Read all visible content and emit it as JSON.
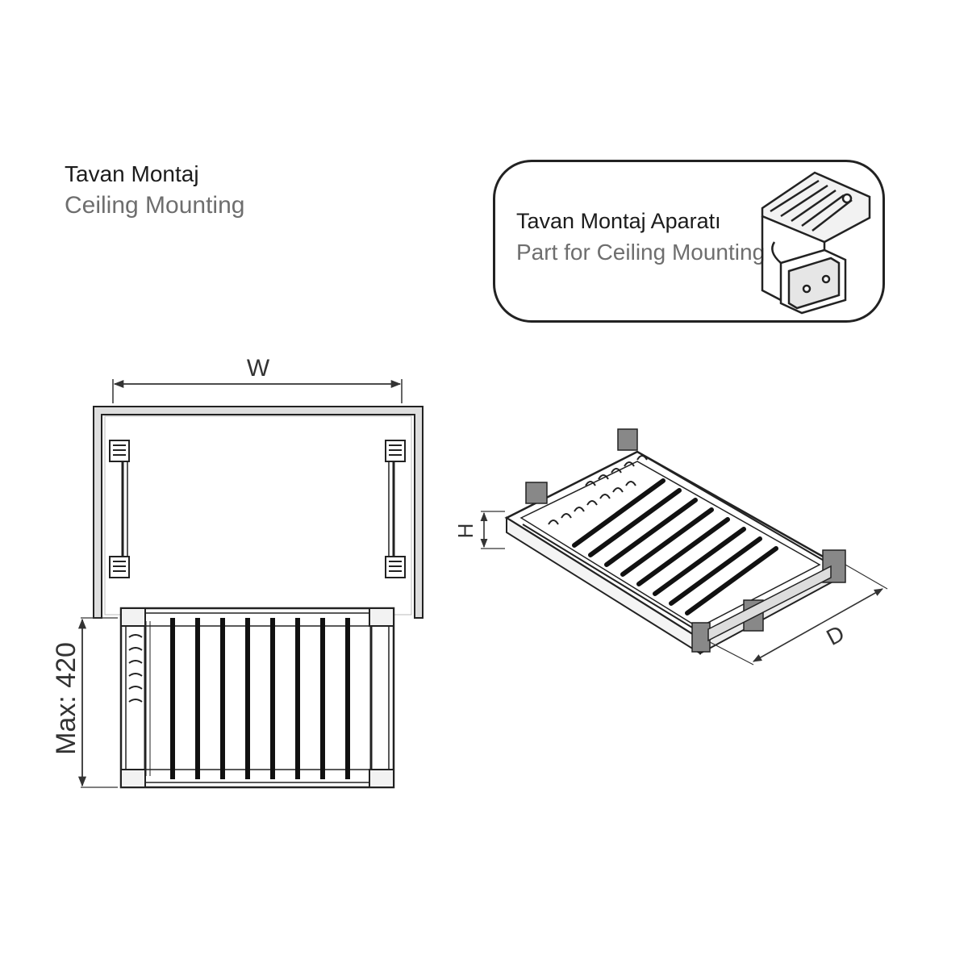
{
  "ceiling_mounting": {
    "title_tr": "Tavan Montaj",
    "title_en": "Ceiling Mounting"
  },
  "mounting_part": {
    "title_tr": "Tavan Montaj Aparatı",
    "title_en": "Part for Ceiling Mounting"
  },
  "dimensions": {
    "width_label": "W",
    "max_extension_label": "Max: 420",
    "height_label": "H",
    "depth_label": "D"
  },
  "colors": {
    "line": "#222222",
    "cabinet_fill": "#dedede",
    "rod": "#111111"
  }
}
